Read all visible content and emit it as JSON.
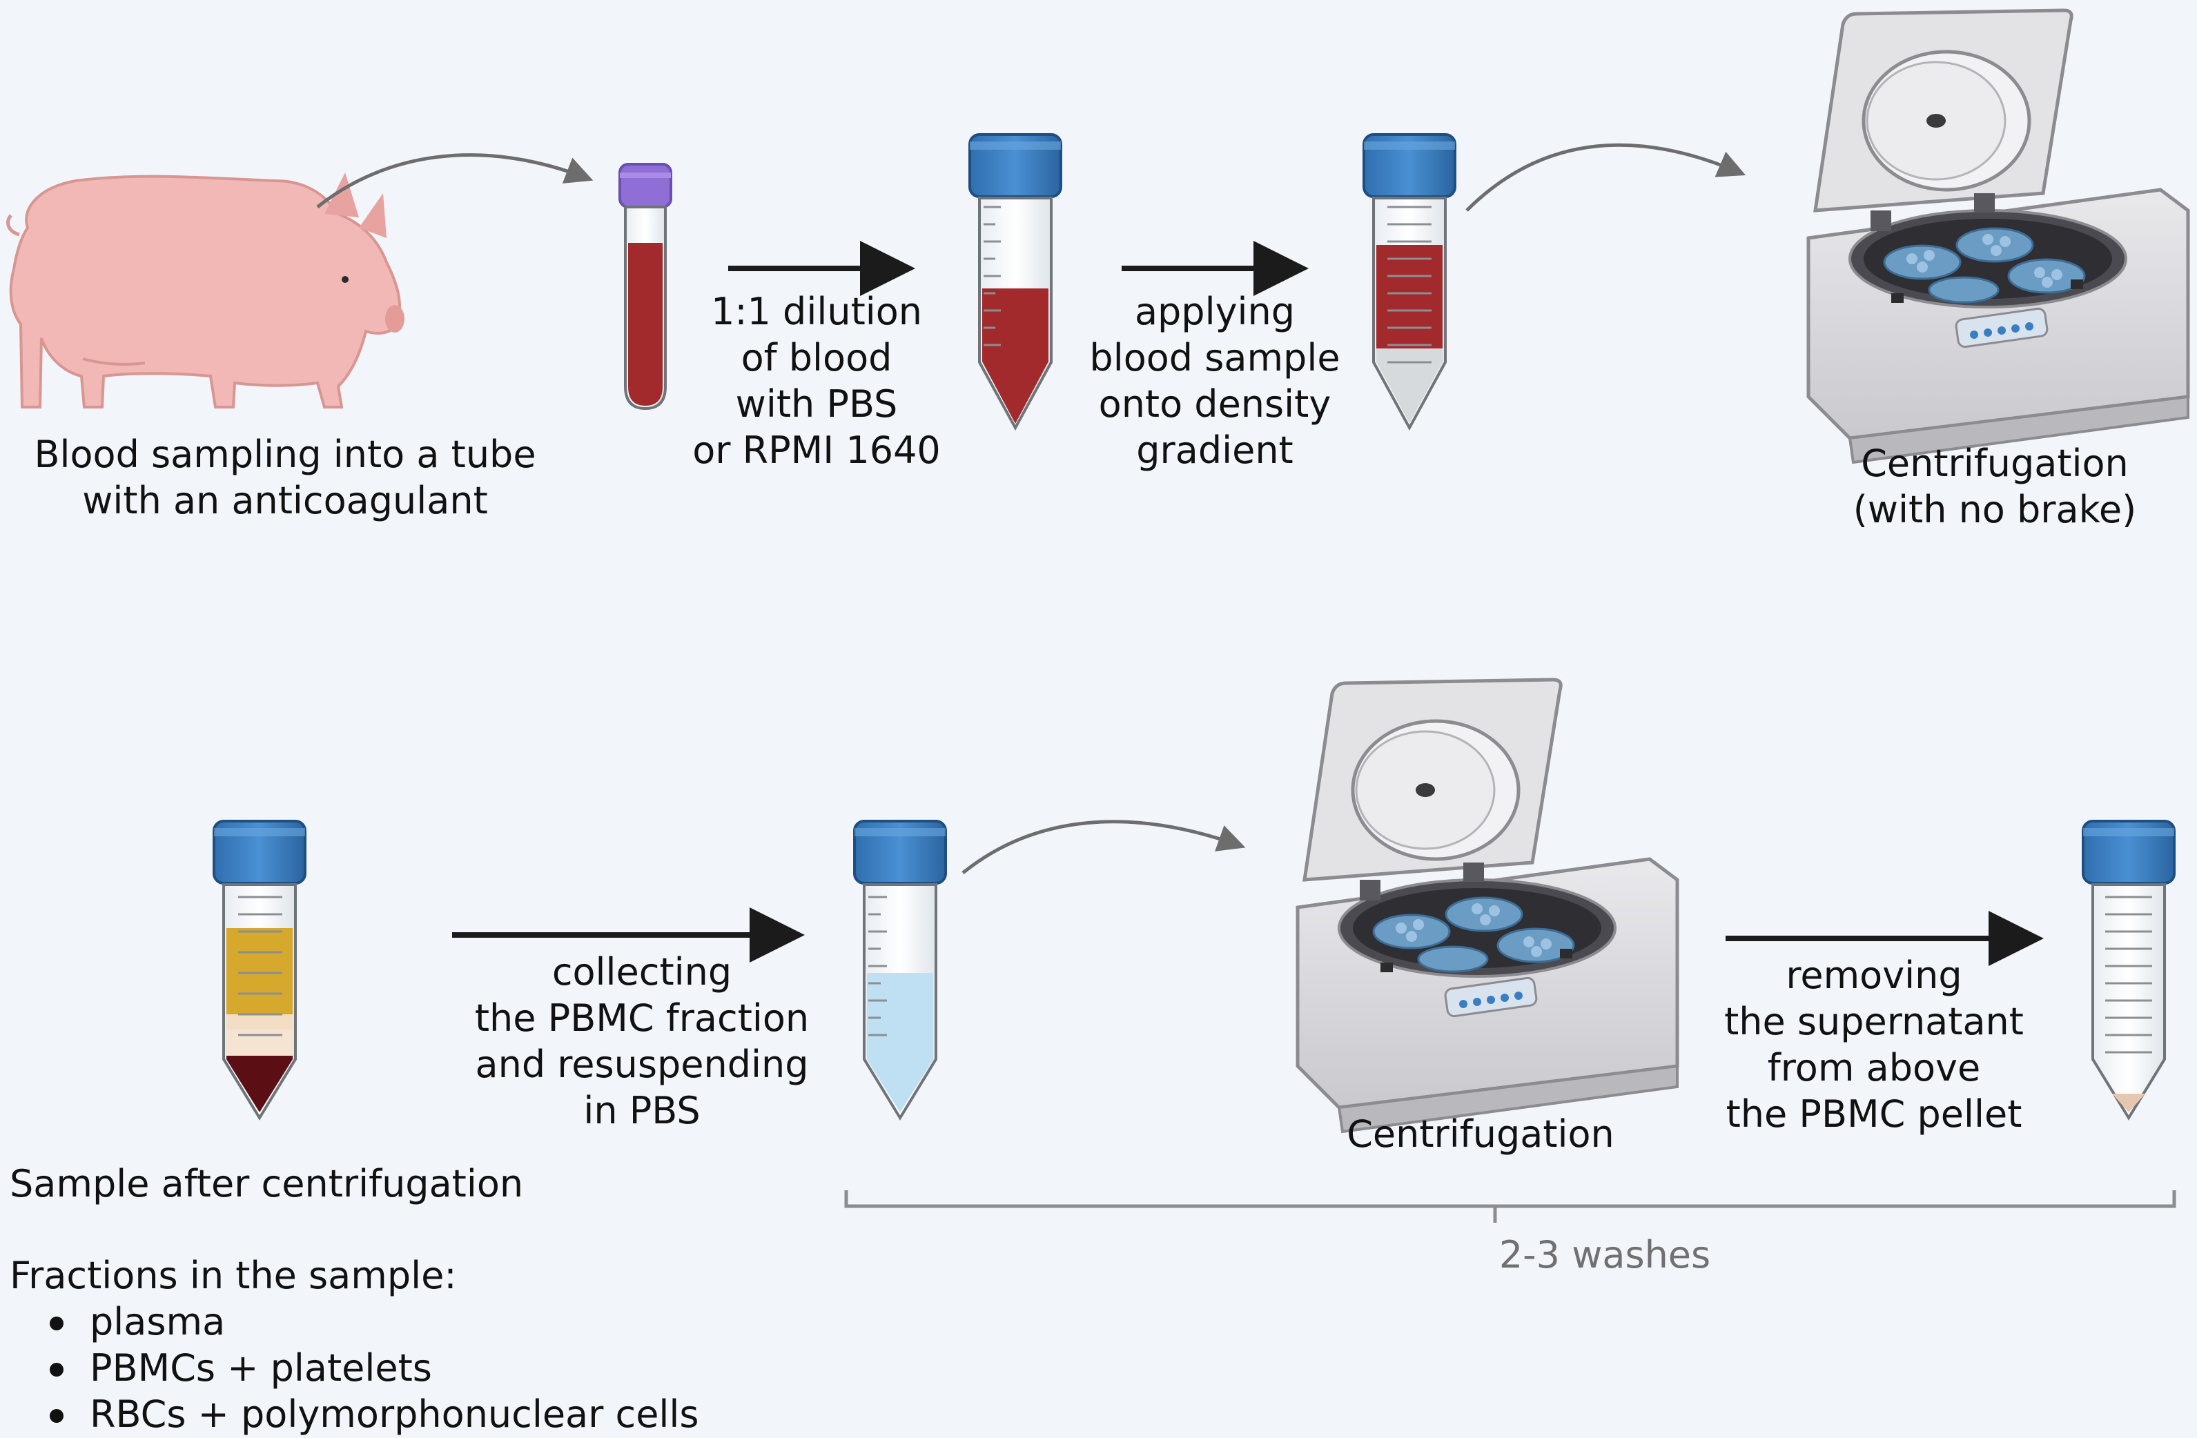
{
  "steps": {
    "blood_sampling": "Blood sampling into a tube\nwith an anticoagulant",
    "dilution": "1:1 dilution\nof blood\nwith PBS\nor RPMI 1640",
    "applying": "applying\nblood sample\nonto density\ngradient",
    "centrifugation_1": "Centrifugation\n(with no brake)",
    "collecting": "collecting\nthe PBMC fraction\nand resuspending\nin PBS",
    "centrifugation_2": "Centrifugation",
    "removing": "removing\nthe supernatant\nfrom above\nthe PBMC pellet"
  },
  "washes_label": "2-3 washes",
  "sample_after": "Sample after centrifugation",
  "fractions_title": "Fractions in the sample:",
  "fractions": [
    "plasma",
    "PBMCs + platelets",
    "RBCs + polymorphonuclear cells"
  ],
  "colors": {
    "background": "#f2f6fa",
    "blood": "#a32a2c",
    "cap_blue": "#3a7ec2",
    "cap_purple": "#8f6fd6",
    "plasma": "#d6a82c",
    "pbs": "#bfe0f2",
    "pig": "#f1b8b5",
    "arrow": "#1b1b1b",
    "bracket": "#8c8c8c"
  },
  "icons": [
    "pig-icon",
    "vacutainer-icon",
    "falcon-tube-icon",
    "centrifuge-icon",
    "arrow-icon",
    "curved-arrow-icon"
  ]
}
